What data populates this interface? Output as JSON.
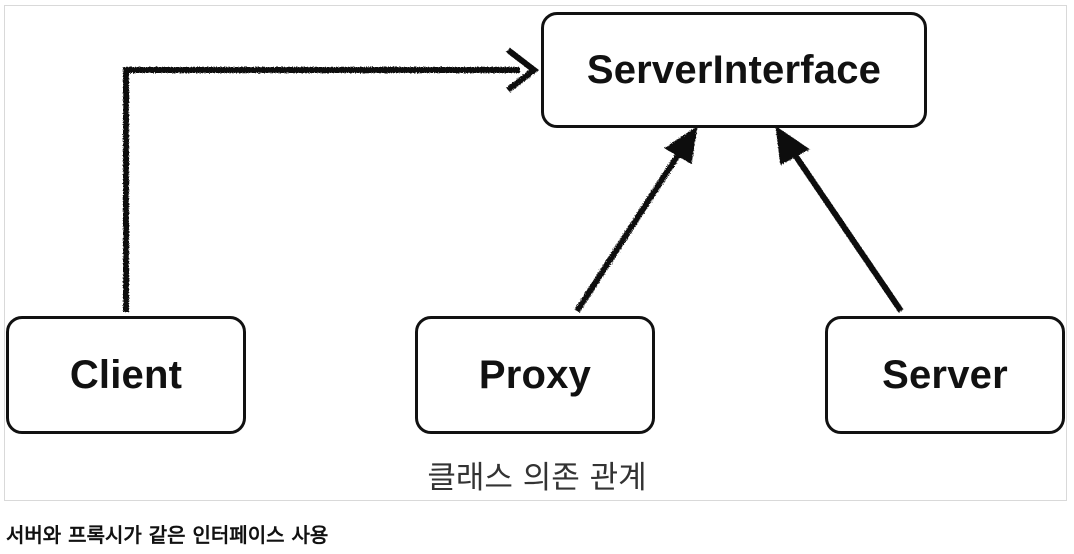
{
  "diagram": {
    "nodes": {
      "interface": "ServerInterface",
      "client": "Client",
      "proxy": "Proxy",
      "server": "Server"
    },
    "edges": [
      {
        "from": "Client",
        "to": "ServerInterface"
      },
      {
        "from": "Proxy",
        "to": "ServerInterface"
      },
      {
        "from": "Server",
        "to": "ServerInterface"
      }
    ],
    "caption": "클래스 의존 관계"
  },
  "figure_caption": "서버와 프록시가 같은 인터페이스 사용"
}
